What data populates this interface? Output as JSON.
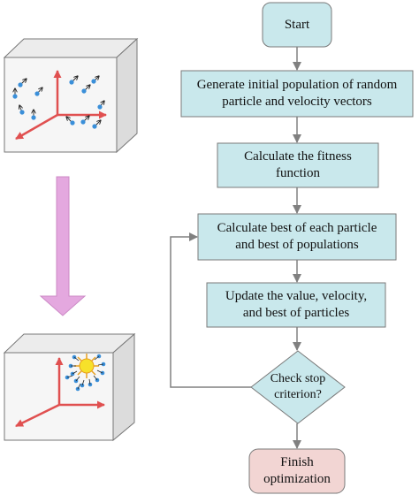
{
  "flowchart": {
    "start": "Start",
    "step1": "Generate initial population of random\nparticle and velocity vectors",
    "step2": "Calculate the fitness\nfunction",
    "step3": "Calculate best of each particle\nand best of populations",
    "step4": "Update the value, velocity,\nand best of particles",
    "decision": "Check stop\ncriterion?",
    "end": "Finish\noptimization"
  },
  "colors": {
    "process_fill": "#c9e8ec",
    "terminal_fill": "#f2d5d3",
    "arrow": "#808080",
    "axis": "#e05050",
    "particle": "#3a8fd9",
    "big_arrow": "#e4a8df",
    "optimum": "#f7e12a"
  },
  "icons": {
    "top_cube": "particle-swarm-initial-cube-icon",
    "bottom_cube": "particle-swarm-converged-cube-icon",
    "transition": "down-arrow-icon"
  }
}
